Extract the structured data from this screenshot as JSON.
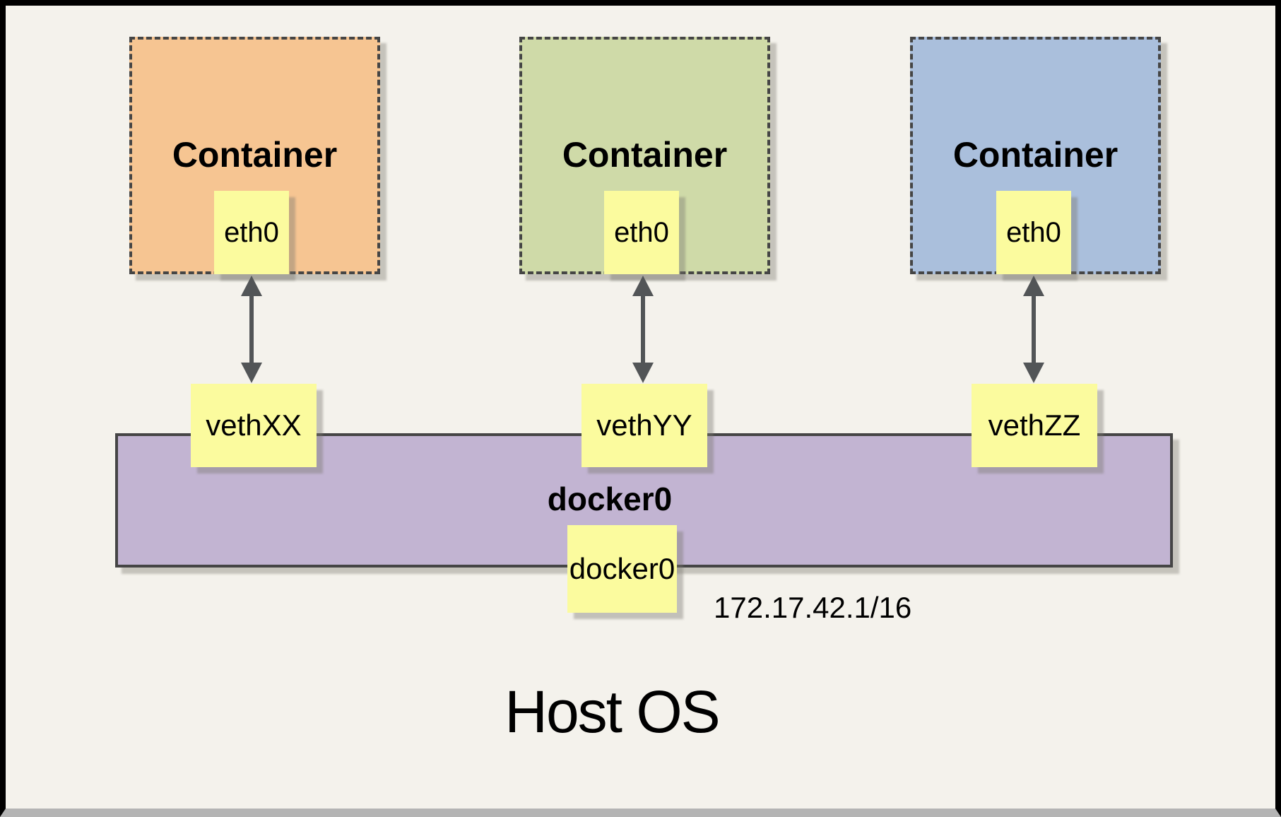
{
  "diagram": {
    "host_label": "Host OS",
    "bridge_subnet": "172.17.42.1/16",
    "containers": [
      {
        "label": "Container",
        "interface_label": "eth0",
        "veth_label": "vethXX",
        "fill": "#f6c592"
      },
      {
        "label": "Container",
        "interface_label": "eth0",
        "veth_label": "vethYY",
        "fill": "#cfdaa8"
      },
      {
        "label": "Container",
        "interface_label": "eth0",
        "veth_label": "vethZZ",
        "fill": "#aabfdc"
      }
    ],
    "bridge": {
      "label": "docker0",
      "interface_label": "docker0",
      "fill": "#c2b4d2"
    },
    "colors": {
      "background": "#f4f2ec",
      "interface_box": "#fbfb9e",
      "dashed_border": "#454545",
      "arrow": "#525557"
    }
  }
}
